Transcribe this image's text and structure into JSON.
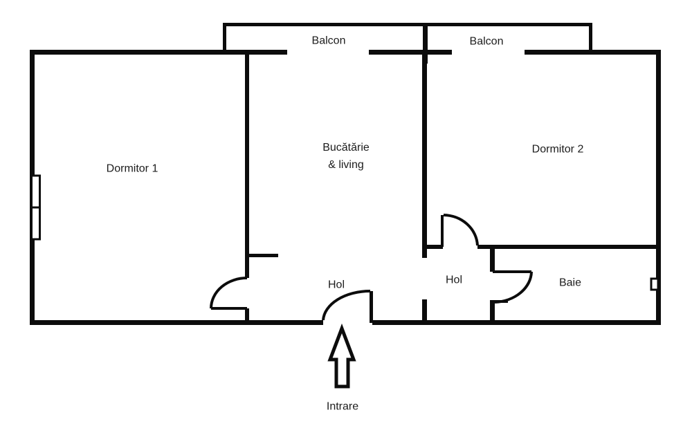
{
  "floor_plan": {
    "labels": {
      "balcony_left": "Balcon",
      "balcony_right": "Balcon",
      "bedroom_1": "Dormitor 1",
      "kitchen_living_line1": "Bucătărie",
      "kitchen_living_line2": "& living",
      "bedroom_2": "Dormitor 2",
      "hall_1": "Hol",
      "hall_2": "Hol",
      "bathroom": "Baie",
      "entrance": "Intrare"
    },
    "colors": {
      "wall": "#0c0c0c",
      "text": "#1c1c1c",
      "background": "#ffffff"
    }
  }
}
